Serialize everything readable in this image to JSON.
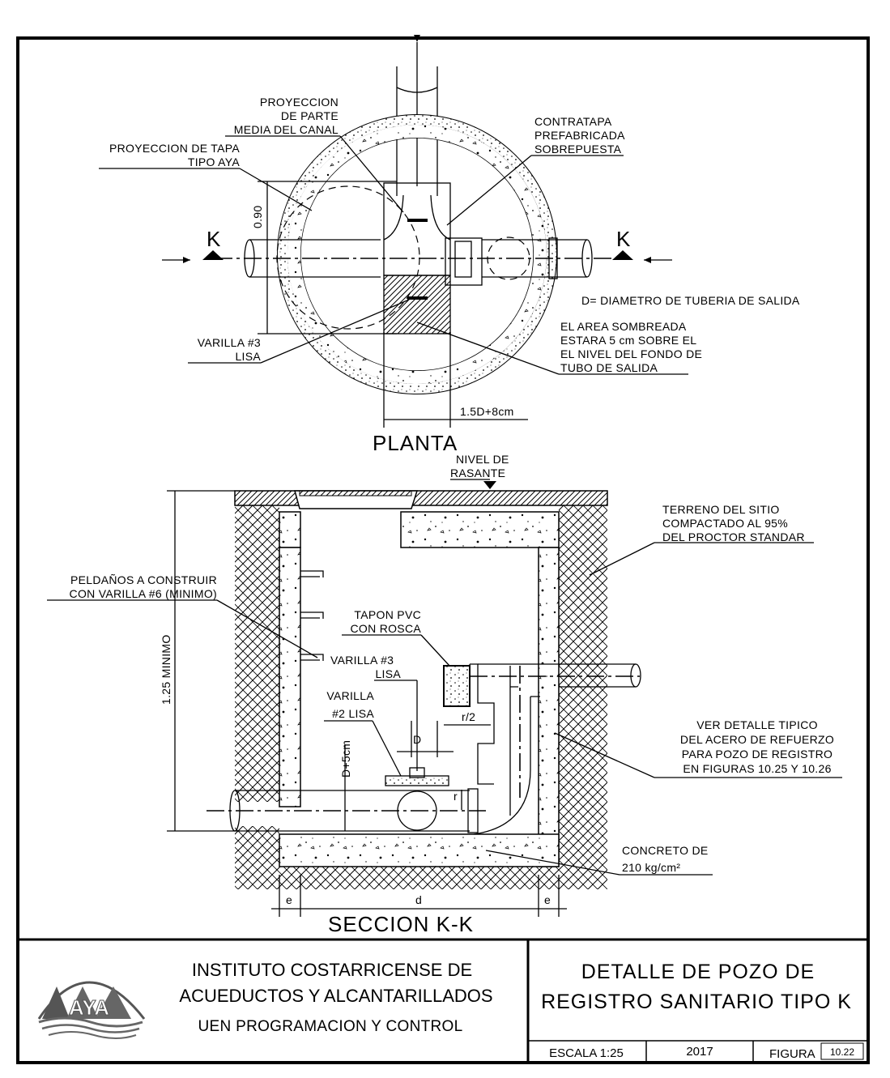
{
  "plan": {
    "title": "PLANTA",
    "section_marker": "K",
    "dim_090": "0.90",
    "dim_15d": "1.5D+8cm",
    "notes": {
      "proy_parte_1": "PROYECCION",
      "proy_parte_2": "DE PARTE",
      "proy_parte_3": "MEDIA DEL CANAL",
      "proy_tapa_1": "PROYECCION DE TAPA",
      "proy_tapa_2": "TIPO AYA",
      "contratapa_1": "CONTRATAPA",
      "contratapa_2": "PREFABRICADA",
      "contratapa_3": "SOBREPUESTA",
      "diametro": "D= DIAMETRO DE TUBERIA DE SALIDA",
      "area_1": "EL AREA SOMBREADA",
      "area_2": "ESTARA 5 cm SOBRE EL",
      "area_3": "EL NIVEL DEL FONDO DE",
      "area_4": "TUBO DE SALIDA",
      "varilla3_1": "VARILLA #3",
      "varilla3_2": "LISA"
    }
  },
  "section": {
    "title": "SECCION K-K",
    "nivel_1": "NIVEL DE",
    "nivel_2": "RASANTE",
    "terreno_1": "TERRENO DEL SITIO",
    "terreno_2": "COMPACTADO AL 95%",
    "terreno_3": "DEL PROCTOR STANDAR",
    "peldanos_1": "PELDAÑOS A CONSTRUIR",
    "peldanos_2": "CON VARILLA #6 (MINIMO)",
    "dim_125": "1.25 MINIMO",
    "tapon_1": "TAPON PVC",
    "tapon_2": "CON ROSCA",
    "varilla3_1": "VARILLA #3",
    "varilla3_2": "LISA",
    "varilla2_1": "VARILLA",
    "varilla2_2": "#2 LISA",
    "r2": "r/2",
    "D": "D",
    "r": "r",
    "d5": "D+5cm",
    "ver_1": "VER DETALLE TIPICO",
    "ver_2": "DEL ACERO DE REFUERZO",
    "ver_3": "PARA POZO DE REGISTRO",
    "ver_4": "EN FIGURAS 10.25 Y 10.26",
    "concreto_1": "CONCRETO DE",
    "concreto_2": "210 kg/cm²",
    "dim_e": "e",
    "dim_d": "d"
  },
  "title_block": {
    "logo": "AYA",
    "inst_1": "INSTITUTO COSTARRICENSE DE",
    "inst_2": "ACUEDUCTOS Y ALCANTARILLADOS",
    "inst_3": "UEN PROGRAMACION Y CONTROL",
    "title_1": "DETALLE  DE  POZO  DE",
    "title_2": "REGISTRO  SANITARIO  TIPO  K",
    "escala": "ESCALA  1:25",
    "year": "2017",
    "figura_label": "FIGURA",
    "figura_num": "10.22"
  }
}
